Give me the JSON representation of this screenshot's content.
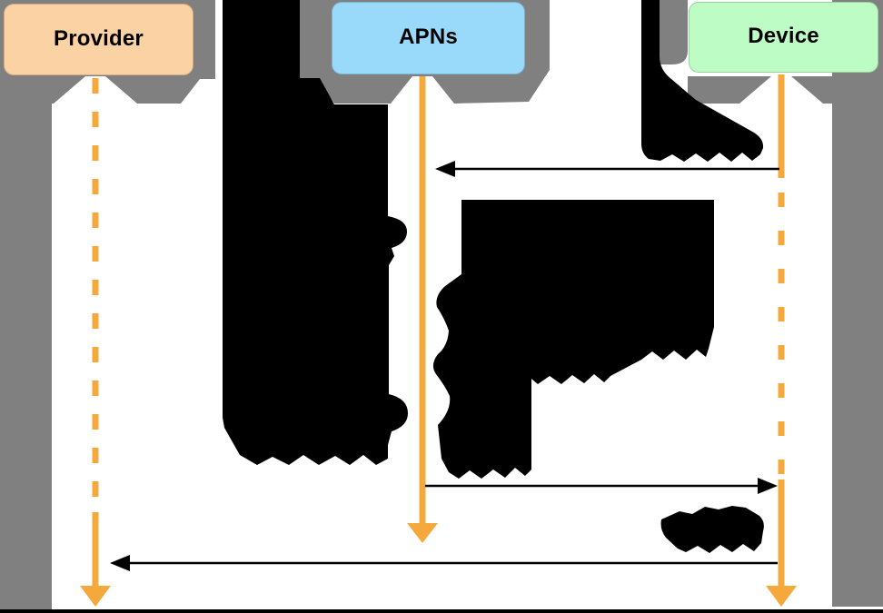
{
  "diagram": {
    "type": "sequence-diagram",
    "actors": [
      {
        "key": "provider",
        "label": "Provider",
        "fill": "#FBD2A3"
      },
      {
        "key": "apns",
        "label": "APNs",
        "fill": "#99DAFB"
      },
      {
        "key": "device",
        "label": "Device",
        "fill": "#BDFCC4"
      }
    ],
    "lifelines": [
      {
        "actor": "Provider",
        "style": "dashed-then-solid",
        "color": "#F5A93C"
      },
      {
        "actor": "APNs",
        "style": "solid",
        "color": "#F5A93C"
      },
      {
        "actor": "Device",
        "style": "solid-dashed-solid",
        "color": "#F5A93C"
      }
    ],
    "messages": [
      {
        "from": "Device",
        "to": "APNs",
        "label": "",
        "label_state": "redacted"
      },
      {
        "from": "APNs",
        "to": "Device",
        "label": "",
        "label_state": "redacted"
      },
      {
        "from": "Device",
        "to": "Provider",
        "label": "",
        "label_state": "redacted"
      }
    ],
    "redactions": [
      {
        "name": "left-annotation-blob"
      },
      {
        "name": "center-annotation-blob"
      },
      {
        "name": "connect-label-blob"
      },
      {
        "name": "token-label-blob"
      }
    ],
    "colors": {
      "frame_gray": "#808080",
      "lifeline_orange": "#F5A93C",
      "arrow_black": "#000000",
      "background": "#FFFFFF",
      "redaction": "#000000"
    }
  }
}
